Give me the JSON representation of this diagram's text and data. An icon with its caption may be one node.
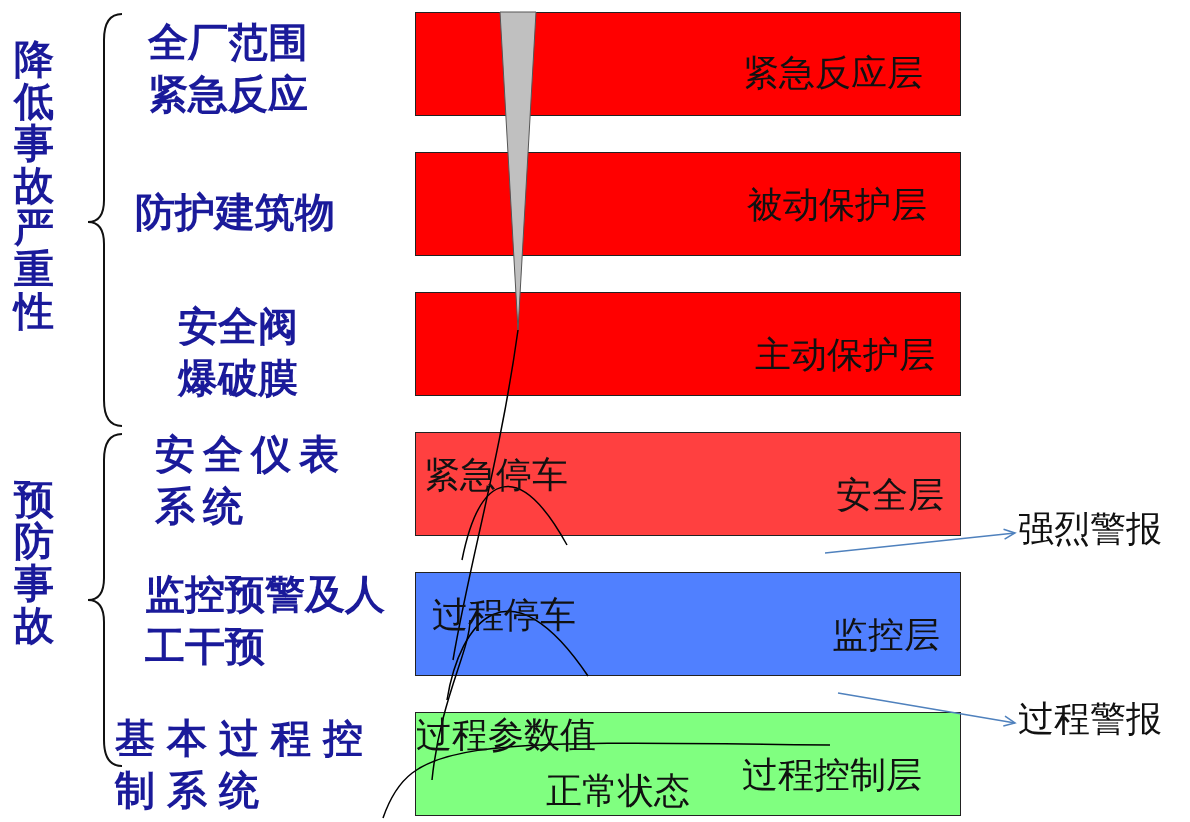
{
  "diagram": {
    "nodes": [
      {
        "text": [
          "紧急反应层"
        ]
      },
      {
        "text": [
          "被动保护层"
        ]
      },
      {
        "text": [
          "主动保护层"
        ]
      },
      {
        "text": [
          "紧急停车",
          "安全层"
        ]
      },
      {
        "text": [
          "过程停车",
          "监控层"
        ]
      },
      {
        "text": [
          "过程参数值",
          "正常状态",
          "过程控制层"
        ]
      },
      {
        "text": [
          "强烈警报"
        ]
      },
      {
        "text": [
          "过程警报"
        ]
      }
    ],
    "edges": [
      {
        "from": null,
        "to": 6,
        "arrow": "to"
      },
      {
        "from": null,
        "to": 7,
        "arrow": "to"
      }
    ],
    "labels": [
      "降低事故严重性",
      "全厂范围紧急反应",
      "防护建筑物",
      "安全阀爆破膜",
      "预防事故",
      "安全仪表系统",
      "监控预警及人工干预",
      "基本过程控制系统"
    ]
  }
}
